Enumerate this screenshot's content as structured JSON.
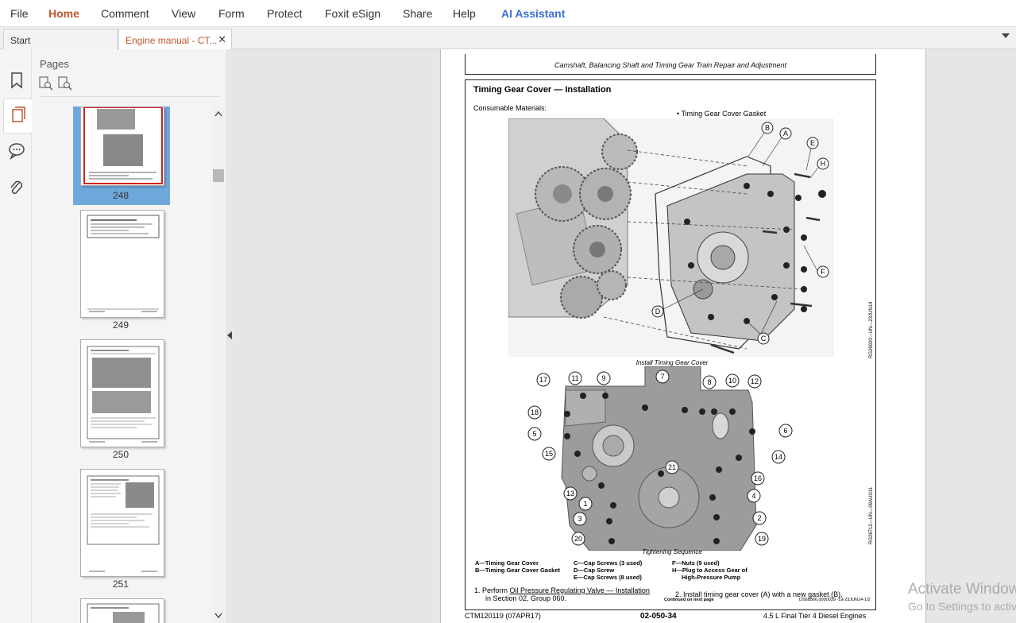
{
  "menu": {
    "items": [
      "File",
      "Home",
      "Comment",
      "View",
      "Form",
      "Protect",
      "Foxit eSign",
      "Share",
      "Help",
      "AI Assistant"
    ]
  },
  "tabs": {
    "start_label": "Start",
    "doc_label": "Engine manual - CT...",
    "close_glyph": "✕"
  },
  "panel": {
    "title": "Pages",
    "thumbs": [
      {
        "label": "248",
        "selected": true
      },
      {
        "label": "249",
        "selected": false
      },
      {
        "label": "250",
        "selected": false
      },
      {
        "label": "251",
        "selected": false
      }
    ]
  },
  "page": {
    "header": "Camshaft, Balancing Shaft and Timing Gear Train Repair and Adjustment",
    "section_title": "Timing Gear Cover — Installation",
    "consumable": "Consumable Materials:",
    "gasket_bullet": "• Timing Gear Cover Gasket",
    "fig1_caption": "Install Timing Gear Cover",
    "fig1_code": "RG26920—UN—23JUN14",
    "fig2_caption": "Tightening Sequence",
    "fig2_code": "RG26712—UN—09AUG11",
    "callouts_top": [
      "A",
      "B",
      "C",
      "D",
      "E",
      "F",
      "H"
    ],
    "callouts_seq": [
      "1",
      "2",
      "3",
      "4",
      "5",
      "6",
      "7",
      "8",
      "9",
      "10",
      "11",
      "12",
      "13",
      "14",
      "15",
      "16",
      "17",
      "18",
      "19",
      "20",
      "21"
    ],
    "legend": {
      "col1": [
        "A—Timing Gear Cover",
        "B—Timing Gear Cover Gasket"
      ],
      "col2": [
        "C—Cap Screws (3 used)",
        "D—Cap Screw",
        "E—Cap Screws (8 used)"
      ],
      "col3": [
        "F—Nuts (9 used)",
        "H—Plug to Access Gear of",
        "      High-Pressure Pump"
      ]
    },
    "step1_prefix": "1.  Perform ",
    "step1_link": "Oil Pressure Regulating Valve — Installation",
    "step1_suffix": "in Section 02, Group 060.",
    "step2": "2.  Install timing gear cover (A) with a new gasket (B).",
    "continued": "Continued on next page",
    "doc_code": "DS68566,0000039 -19-23JUN14-1/2",
    "footer_left": "CTM120119 (07APR17)",
    "footer_center": "02-050-34",
    "footer_right": "4.5 L Final Tier 4 Diesel Engines"
  },
  "watermark": {
    "line1": "Activate Windows",
    "line2": "Go to Settings to activate Windows."
  },
  "colors": {
    "accent_orange": "#c0562a",
    "ai_blue": "#3b6fd8",
    "thumb_selected": "#6fa8dc"
  }
}
